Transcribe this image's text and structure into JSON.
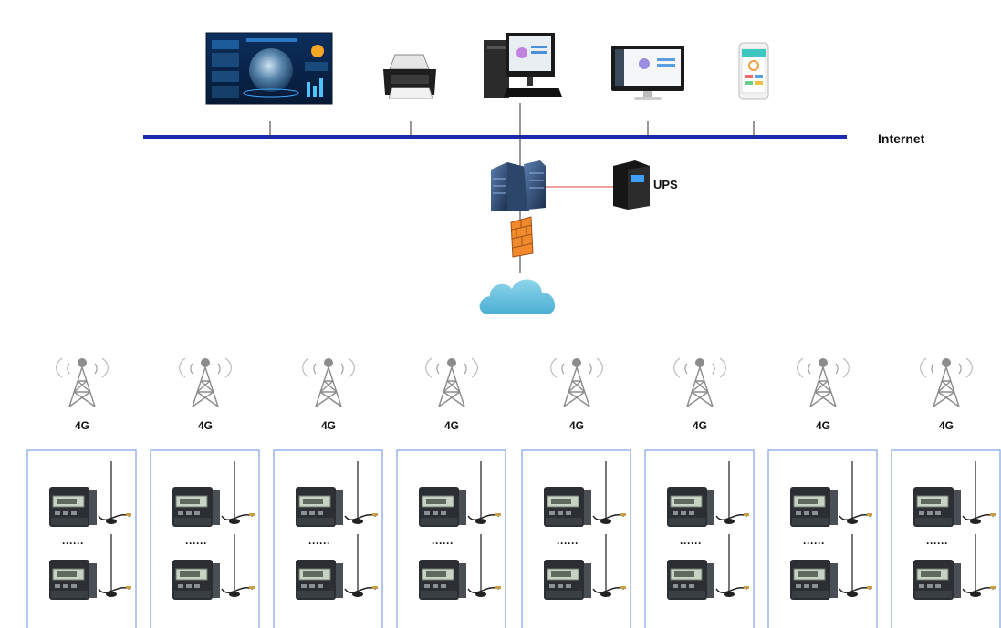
{
  "network": {
    "internet_label": "Internet",
    "ups_label": "UPS",
    "tower_label": "4G",
    "meter_ellipsis": "······",
    "colors": {
      "bus": "#1a2bb0",
      "ups_link": "#e04040",
      "group_border": "#7ea2e6",
      "cloud": "#6ec3df",
      "firewall": "#f08a2a"
    },
    "top_devices": [
      {
        "id": "display-wall",
        "icon": "dashboard-screen-icon"
      },
      {
        "id": "printer",
        "icon": "printer-icon"
      },
      {
        "id": "workstation",
        "icon": "desktop-computer-icon"
      },
      {
        "id": "monitor",
        "icon": "monitor-icon"
      },
      {
        "id": "phone",
        "icon": "smartphone-icon"
      }
    ],
    "groups": [
      {
        "tower": "4G"
      },
      {
        "tower": "4G"
      },
      {
        "tower": "4G"
      },
      {
        "tower": "4G"
      },
      {
        "tower": "4G"
      },
      {
        "tower": "4G"
      },
      {
        "tower": "4G"
      },
      {
        "tower": "4G"
      }
    ]
  }
}
